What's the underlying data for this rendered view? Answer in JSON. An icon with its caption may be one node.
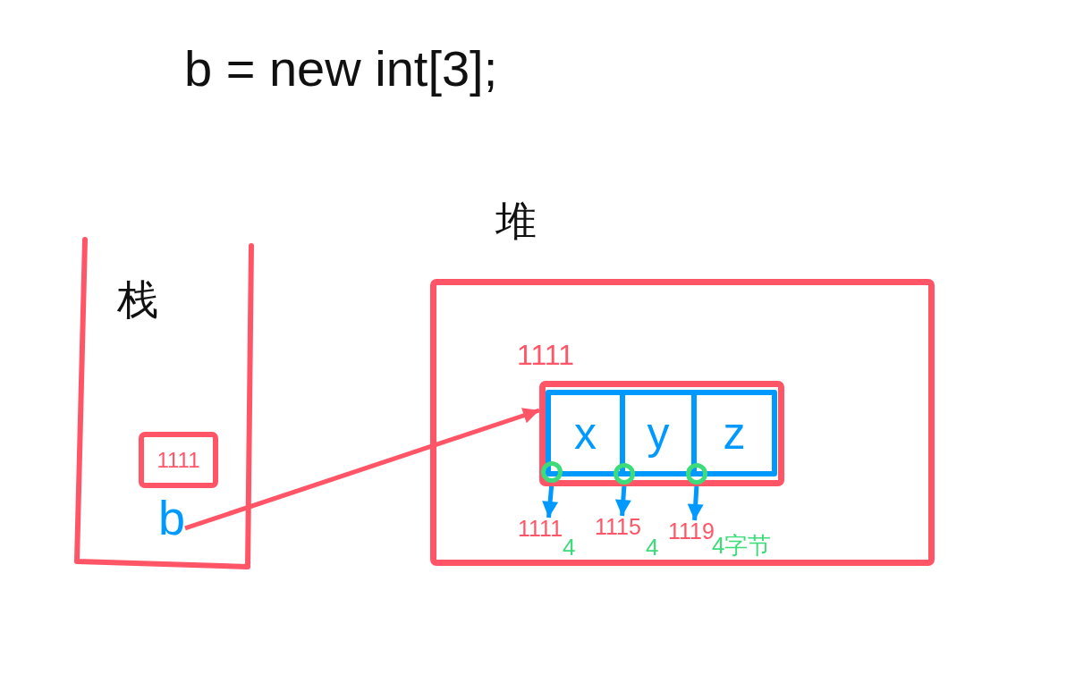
{
  "diagram": {
    "title": "b = new int[3];",
    "nodes": [
      {
        "text": [
          "栈"
        ]
      },
      {
        "text": [
          "1111"
        ],
        "in": 0
      },
      {
        "text": [
          "b"
        ],
        "in": 0
      },
      {
        "text": [
          "堆"
        ]
      },
      {
        "text": [
          "1111"
        ],
        "in": 3
      },
      {
        "text": [
          "x"
        ],
        "in": 4
      },
      {
        "text": [
          "y"
        ],
        "in": 4
      },
      {
        "text": [
          "z"
        ],
        "in": 4
      },
      {
        "text": [],
        "shape": "circle",
        "in": 4
      },
      {
        "text": [],
        "shape": "circle",
        "in": 4
      },
      {
        "text": [],
        "shape": "circle",
        "in": 4
      },
      {
        "text": [
          "1111"
        ],
        "in": 3
      },
      {
        "text": [
          "1115"
        ],
        "in": 3
      },
      {
        "text": [
          "1119"
        ],
        "in": 3
      }
    ],
    "edges": [
      {
        "from": 2,
        "to": 4,
        "arrow": "to",
        "color": "#ff5566"
      },
      {
        "from": 8,
        "to": 11,
        "arrow": "to"
      },
      {
        "from": 9,
        "to": 12,
        "arrow": "to"
      },
      {
        "from": 10,
        "to": 13,
        "arrow": "to"
      }
    ],
    "labels": [
      "4",
      "4",
      "4字节"
    ]
  }
}
